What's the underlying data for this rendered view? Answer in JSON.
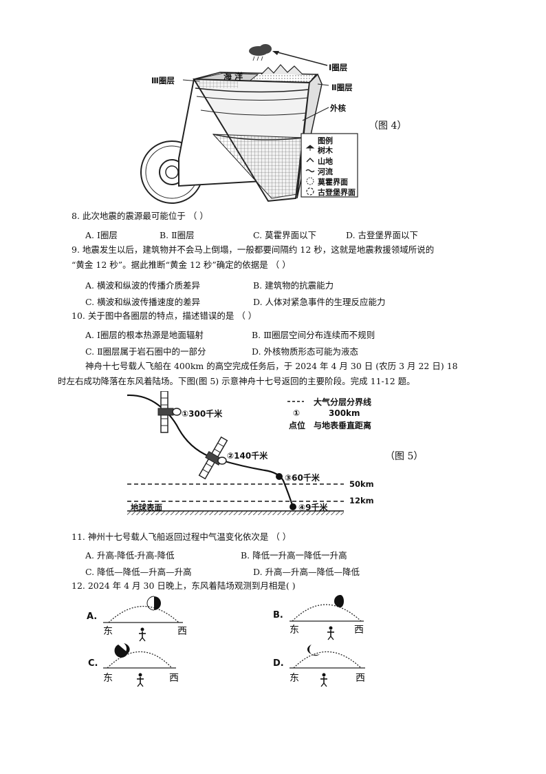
{
  "fig4": {
    "label_III": "Ⅲ圈层",
    "label_I": "Ⅰ圈层",
    "label_II": "Ⅱ圈层",
    "label_ocean": "海  洋",
    "label_outer_core": "外核",
    "caption": "（图 4）",
    "legend_title": "图例",
    "legend_items": [
      "树木",
      "山地",
      "河流",
      "莫霍界面",
      "古登堡界面"
    ]
  },
  "q8": {
    "stem": "8. 此次地震的震源最可能位于 （ ）",
    "options": [
      "A. Ⅰ圈层",
      "B. Ⅱ圈层",
      "C. 莫霍界面以下",
      "D. 古登堡界面以下"
    ]
  },
  "q9": {
    "stem_line1": "9. 地震发生以后，建筑物并不会马上倒塌，一般都要间隔约 12 秒，这就是地震救援领域所说的",
    "stem_line2": "“黄金 12 秒”。据此推断“黄金 12 秒”确定的依据是 （ ）",
    "options": [
      "A. 横波和纵波的传播介质差异",
      "B. 建筑物的抗震能力",
      "C. 横波和纵波传播速度的差异",
      "D. 人体对紧急事件的生理反应能力"
    ]
  },
  "q10": {
    "stem": "10. 关于图中各圈层的特点，描述错误的是 （ ）",
    "options": [
      "A. Ⅰ圈层的根本热源是地面辐射",
      "B. Ⅲ圈层空间分布连续而不规则",
      "C. Ⅱ圈层属于岩石圈中的一部分",
      "D. 外核物质形态可能为液态"
    ]
  },
  "passage": {
    "line1": "神舟十七号载人飞船在 400km 的高空完成任务后，于 2024 年 4 月 30 日 (农历 3 月 22 日) 18",
    "line2": "时左右成功降落在东风着陆场。下图(图 5) 示意神舟十七号返回的主要阶段。完成 11-12 题。"
  },
  "fig5": {
    "p1": "①300千米",
    "p2": "②140千米",
    "p3": "③60千米",
    "p4": "④9千米",
    "legend_line": "大气分层分界线",
    "legend_num": "①",
    "legend_dist": "300km",
    "legend_point": "点位",
    "legend_desc": "与地表垂直距离",
    "h50": "50km",
    "h12": "12km",
    "ground": "地球表面",
    "caption": "（图 5）"
  },
  "q11": {
    "stem": "11. 神州十七号载人飞船返回过程中气温变化依次是 （ ）",
    "options": [
      "A. 升高-降低-升高-降低",
      "B. 降低一升高一降低一升高",
      "C. 降低—降低—升高—升高",
      "D. 升高—升高—降低—降低"
    ]
  },
  "q12": {
    "stem": "12. 2024 年 4 月 30 日晚上，东风着陆场观测到月相是( )",
    "options": [
      {
        "letter": "A.",
        "east": "东",
        "west": "西"
      },
      {
        "letter": "B.",
        "east": "东",
        "west": "西"
      },
      {
        "letter": "C.",
        "east": "东",
        "west": "西"
      },
      {
        "letter": "D.",
        "east": "东",
        "west": "西"
      }
    ]
  }
}
